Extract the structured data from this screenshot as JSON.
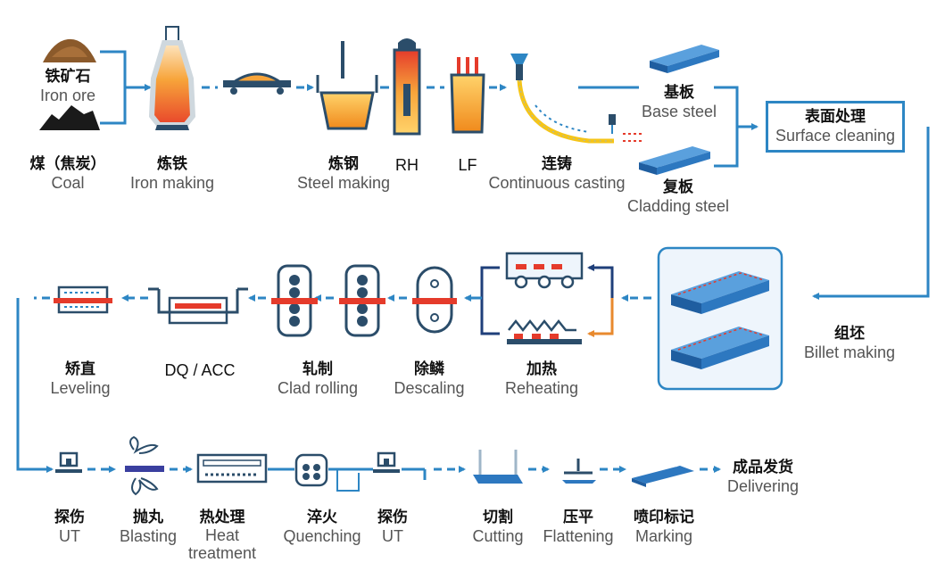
{
  "colors": {
    "flow": "#2d86c4",
    "steel": "#2d78c0",
    "molten": "#f5a623",
    "hot": "#e53b2b",
    "dark": "#2b4d6a",
    "orange_arrow": "#e8892e",
    "navy_arrow": "#1f3f7a"
  },
  "steps": {
    "iron_ore": {
      "zh": "铁矿石",
      "en": "Iron ore"
    },
    "coal": {
      "zh": "煤（焦炭）",
      "en": "Coal"
    },
    "iron_making": {
      "zh": "炼铁",
      "en": "Iron making"
    },
    "steel_making": {
      "zh": "炼钢",
      "en": "Steel making"
    },
    "rh": {
      "en": "RH"
    },
    "lf": {
      "en": "LF"
    },
    "continuous_casting": {
      "zh": "连铸",
      "en": "Continuous casting"
    },
    "base_steel": {
      "zh": "基板",
      "en": "Base steel"
    },
    "cladding_steel": {
      "zh": "复板",
      "en": "Cladding steel"
    },
    "surface_cleaning": {
      "zh": "表面处理",
      "en": "Surface cleaning"
    },
    "billet_making": {
      "zh": "组坯",
      "en": "Billet making"
    },
    "reheating": {
      "zh": "加热",
      "en": "Reheating"
    },
    "descaling": {
      "zh": "除鳞",
      "en": "Descaling"
    },
    "clad_rolling": {
      "zh": "轧制",
      "en": "Clad rolling"
    },
    "dq_acc": {
      "en": "DQ / ACC"
    },
    "leveling": {
      "zh": "矫直",
      "en": "Leveling"
    },
    "ut1": {
      "zh": "探伤",
      "en": "UT"
    },
    "blasting": {
      "zh": "抛丸",
      "en": "Blasting"
    },
    "heat_treatment": {
      "zh": "热处理",
      "en": "Heat",
      "en2": "treatment"
    },
    "quenching": {
      "zh": "淬火",
      "en": "Quenching"
    },
    "ut2": {
      "zh": "探伤",
      "en": "UT"
    },
    "cutting": {
      "zh": "切割",
      "en": "Cutting"
    },
    "flattening": {
      "zh": "压平",
      "en": "Flattening"
    },
    "marking": {
      "zh": "喷印标记",
      "en": "Marking"
    },
    "delivering": {
      "zh": "成品发货",
      "en": "Delivering"
    }
  }
}
